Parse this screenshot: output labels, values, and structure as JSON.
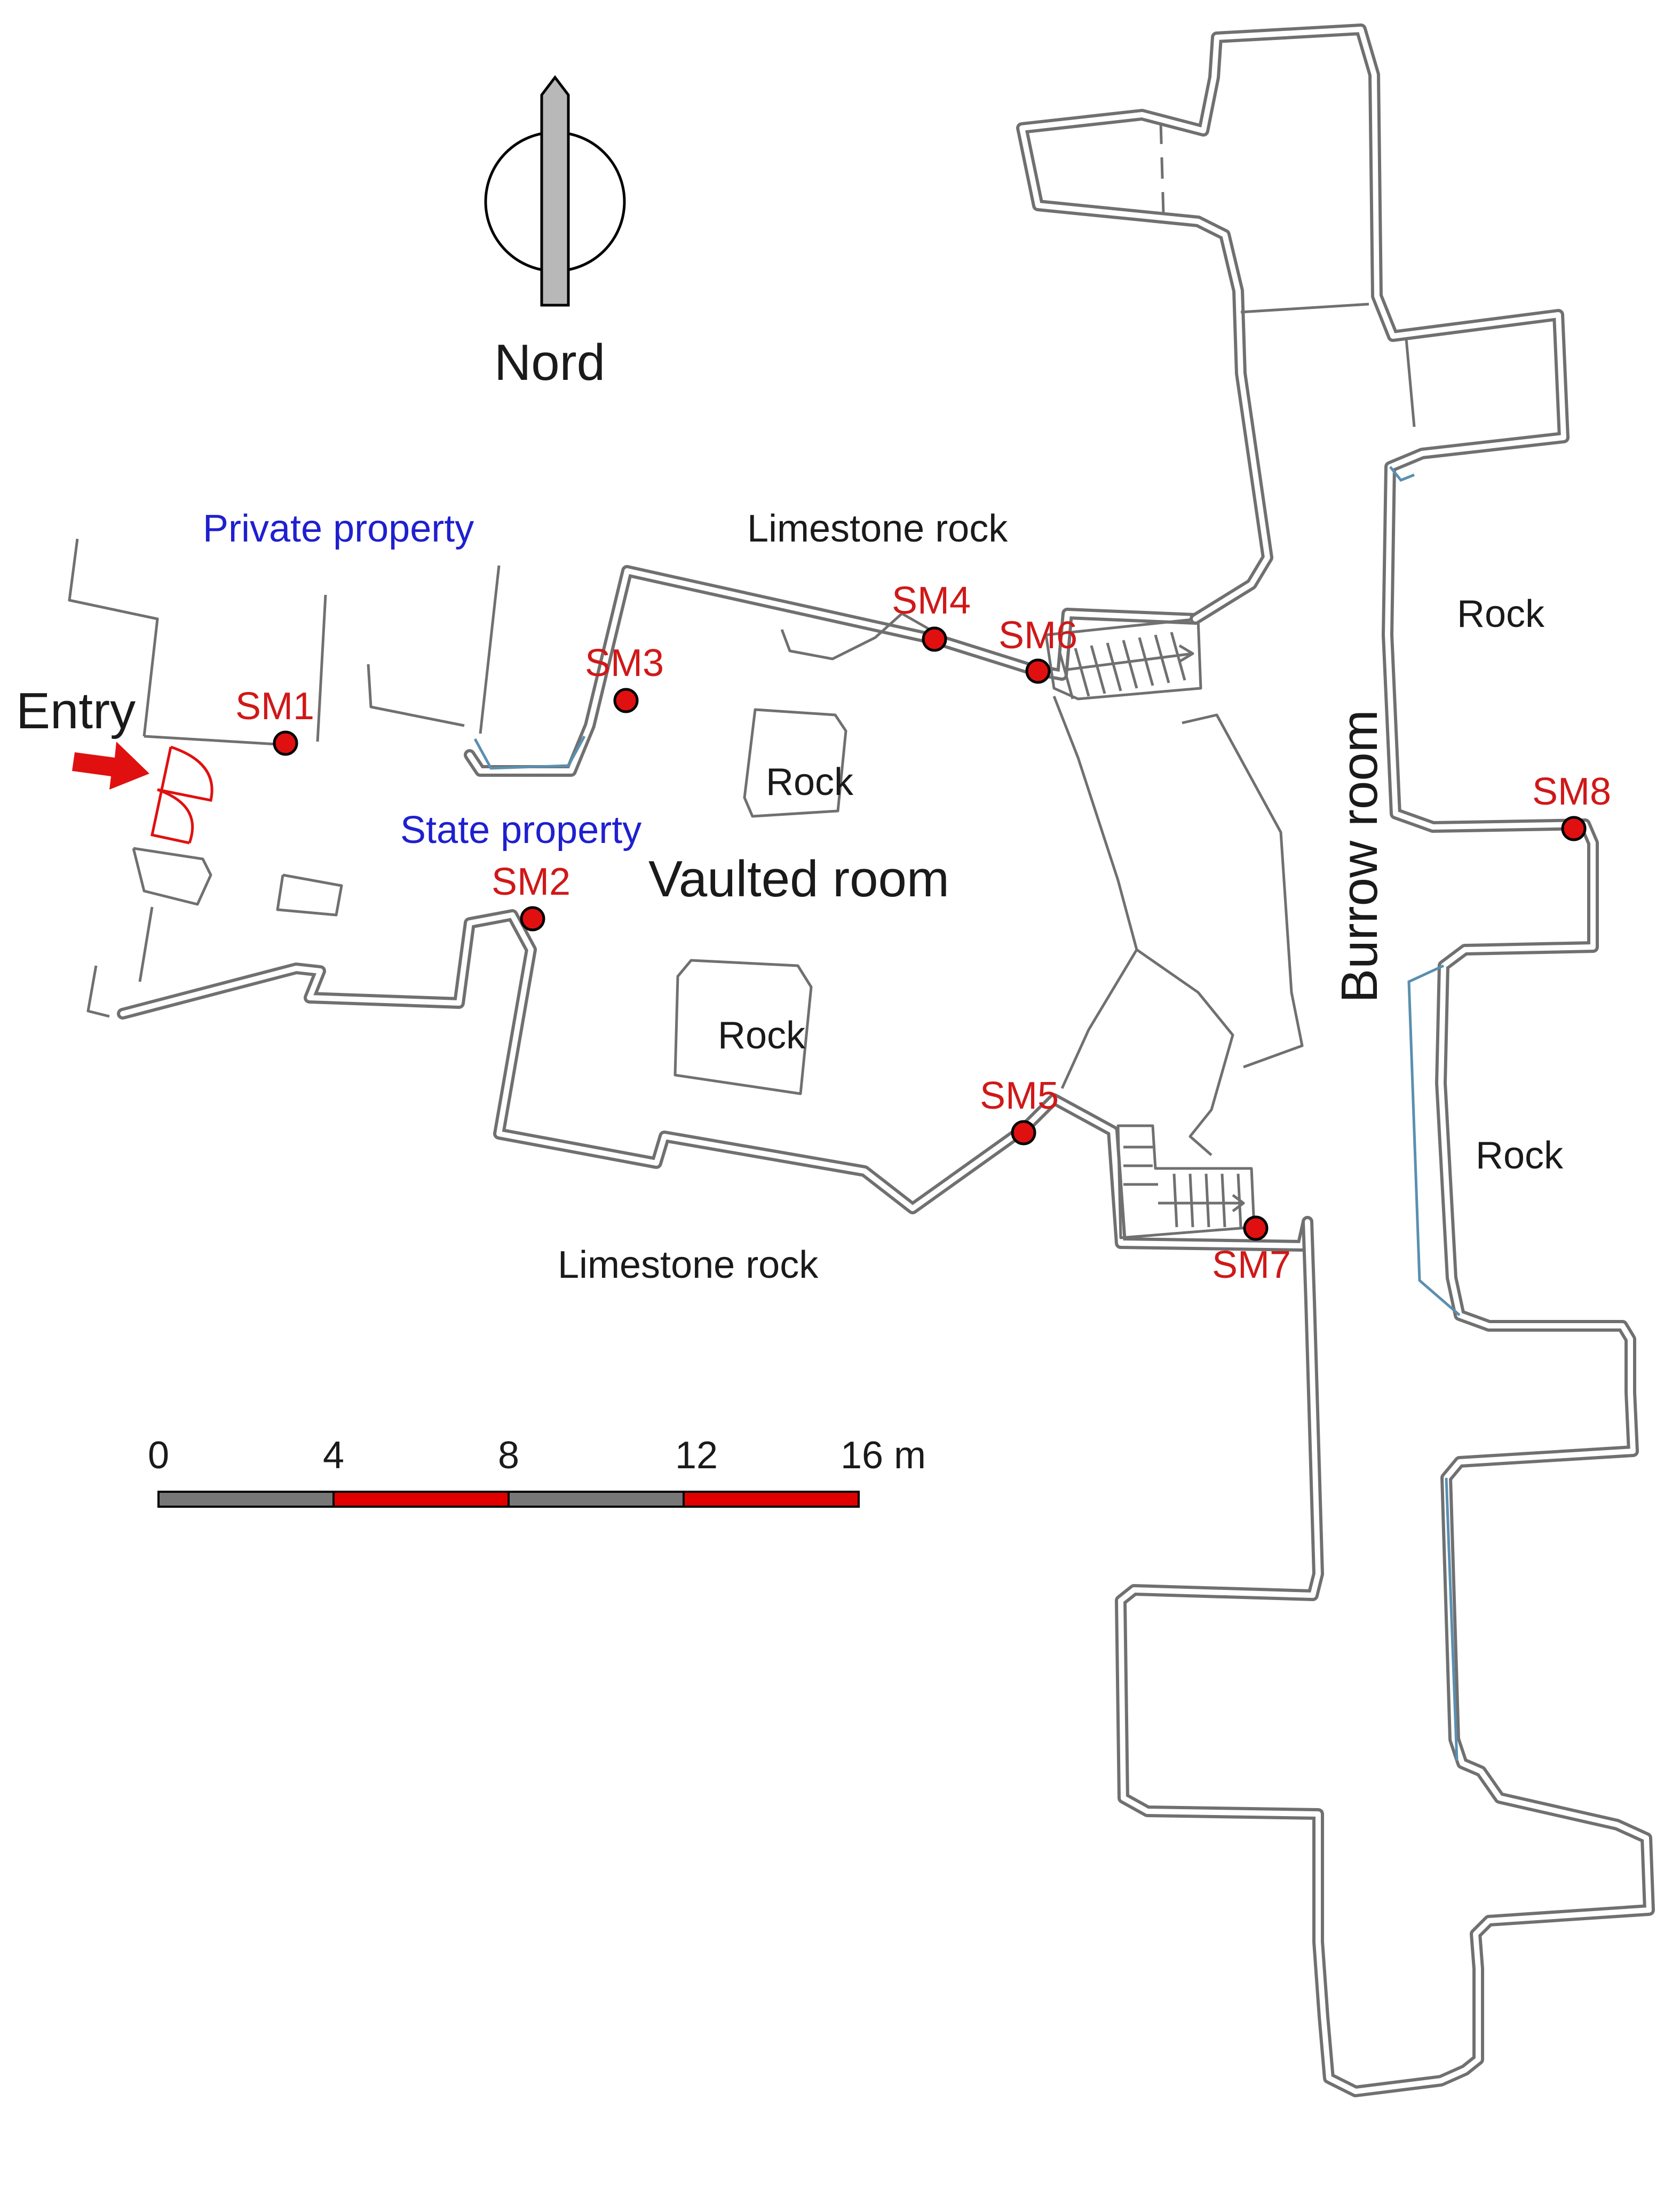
{
  "compass": {
    "label": "Nord",
    "icon": "north-arrow-icon"
  },
  "entry": {
    "label": "Entry",
    "icon": "red-arrow-icon",
    "door_icon": "door-icon"
  },
  "areas": {
    "private_property": "Private property",
    "state_property": "State property",
    "vaulted_room": "Vaulted room",
    "burrow_room": "Burrow room",
    "limestone_rock_north": "Limestone rock",
    "limestone_rock_south": "Limestone rock",
    "rock_pillar_1": "Rock",
    "rock_pillar_2": "Rock",
    "rock_east_1": "Rock",
    "rock_east_2": "Rock"
  },
  "sensors": [
    {
      "id": "SM1",
      "label": "SM1"
    },
    {
      "id": "SM2",
      "label": "SM2"
    },
    {
      "id": "SM3",
      "label": "SM3"
    },
    {
      "id": "SM4",
      "label": "SM4"
    },
    {
      "id": "SM5",
      "label": "SM5"
    },
    {
      "id": "SM6",
      "label": "SM6"
    },
    {
      "id": "SM7",
      "label": "SM7"
    },
    {
      "id": "SM8",
      "label": "SM8"
    }
  ],
  "scale_bar": {
    "ticks": [
      "0",
      "4",
      "8",
      "12",
      "16 m"
    ],
    "unit": "m",
    "segment_colors": [
      "#777777",
      "#e00000",
      "#777777",
      "#e00000"
    ]
  },
  "colors": {
    "walls": "#707070",
    "sensor": "#e01010",
    "sensor_label": "#d01818",
    "property_label": "#1f1fd0",
    "water": "#5a8fb0"
  }
}
